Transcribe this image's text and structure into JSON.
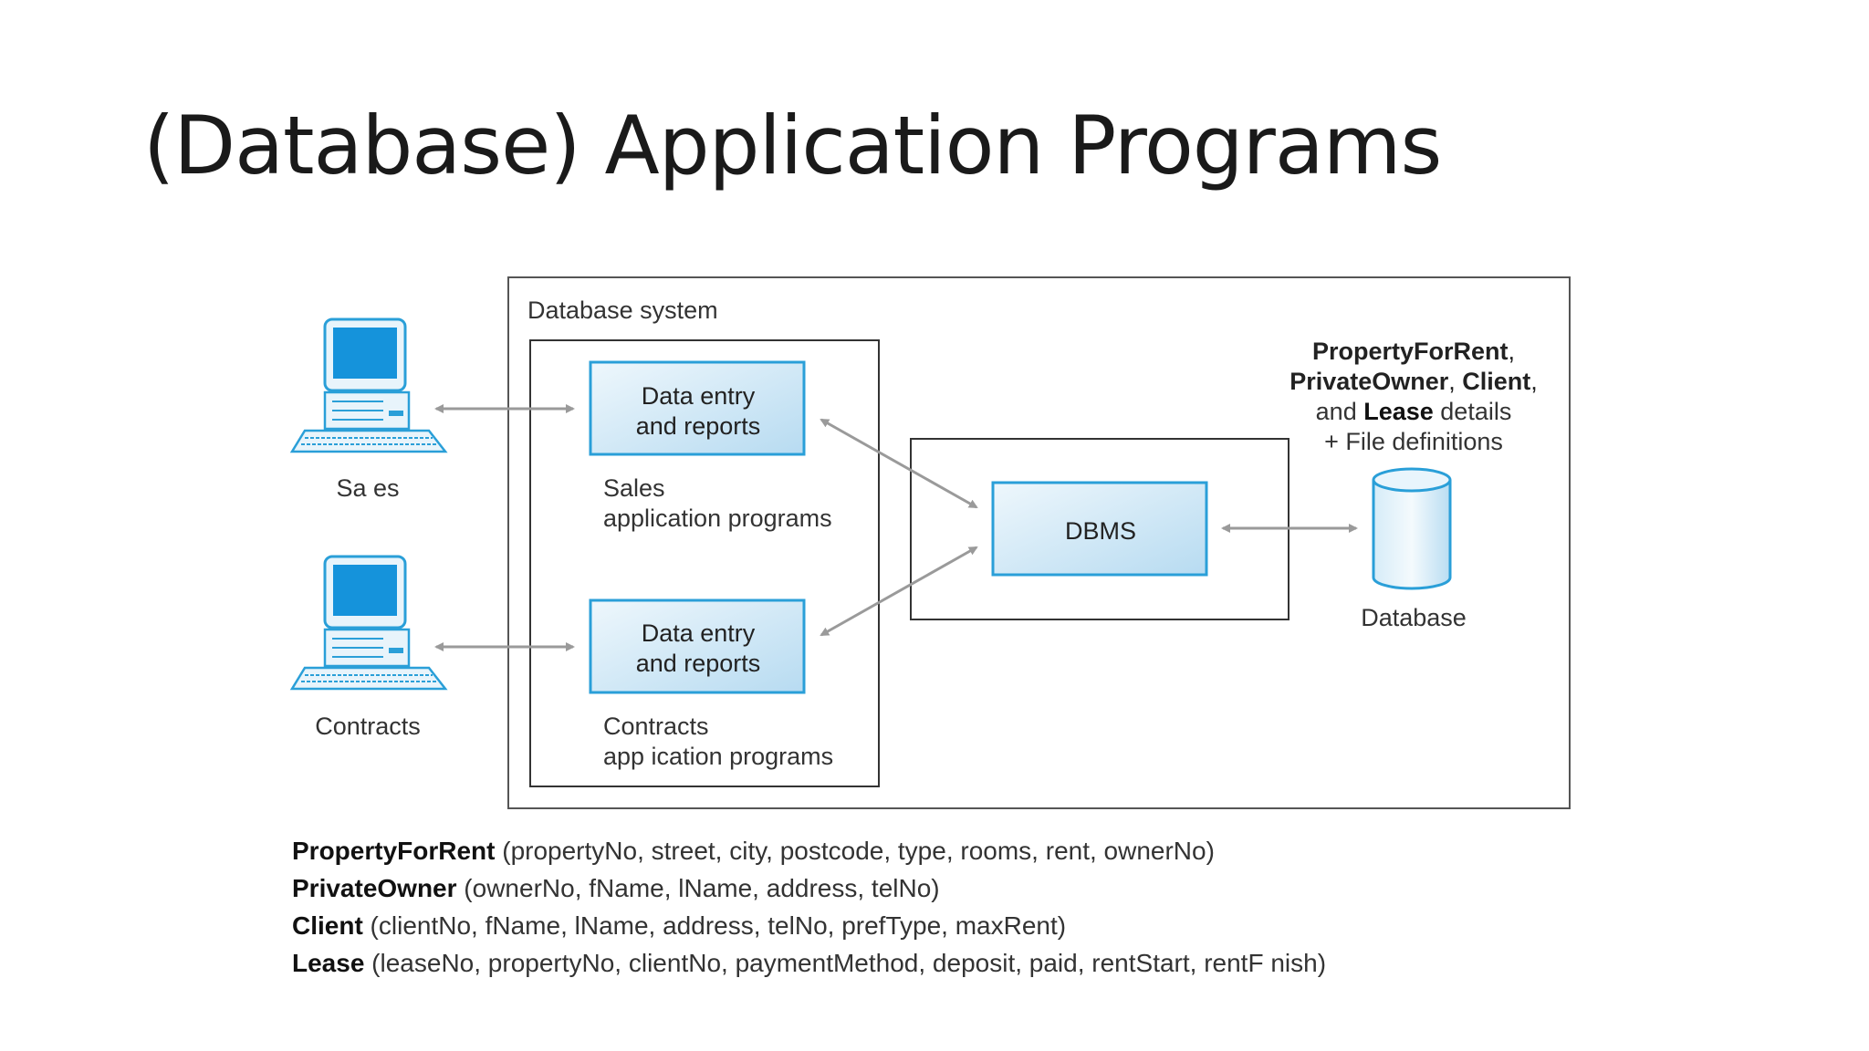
{
  "slide": {
    "title": "(Database) Application Programs"
  },
  "diagram": {
    "system_label": "Database system",
    "terminals": [
      {
        "label": "Sa es"
      },
      {
        "label": "Contracts"
      }
    ],
    "programs": [
      {
        "box_line1": "Data entry",
        "box_line2": "and reports",
        "caption_line1": "Sales",
        "caption_line2": "application programs"
      },
      {
        "box_line1": "Data entry",
        "box_line2": "and reports",
        "caption_line1": "Contracts",
        "caption_line2": "app ication programs"
      }
    ],
    "dbms_label": "DBMS",
    "database_label": "Database",
    "details": {
      "line1": "PropertyForRent",
      "line1_suffix": ",",
      "line2a": "PrivateOwner",
      "line2b": ", ",
      "line2c": "Client",
      "line2d": ",",
      "line3a": "and ",
      "line3b": "Lease",
      "line3c": " details",
      "line4": "+ File definitions"
    },
    "colors": {
      "box_fill_light": "#e9f4fb",
      "box_fill_dark": "#b9dcf2",
      "box_stroke": "#2a9fd8",
      "arrow": "#999999",
      "frame": "#555555"
    }
  },
  "schema": [
    {
      "name": "PropertyForRent",
      "attrs": " (propertyNo, street, city, postcode, type, rooms, rent, ownerNo)"
    },
    {
      "name": "PrivateOwner",
      "attrs": " (ownerNo, fName, lName, address, telNo)"
    },
    {
      "name": "Client",
      "attrs": " (clientNo, fName, lName, address, telNo, prefType, maxRent)"
    },
    {
      "name": "Lease",
      "attrs": " (leaseNo, propertyNo, clientNo, paymentMethod, deposit, paid, rentStart, rentF nish)"
    }
  ]
}
